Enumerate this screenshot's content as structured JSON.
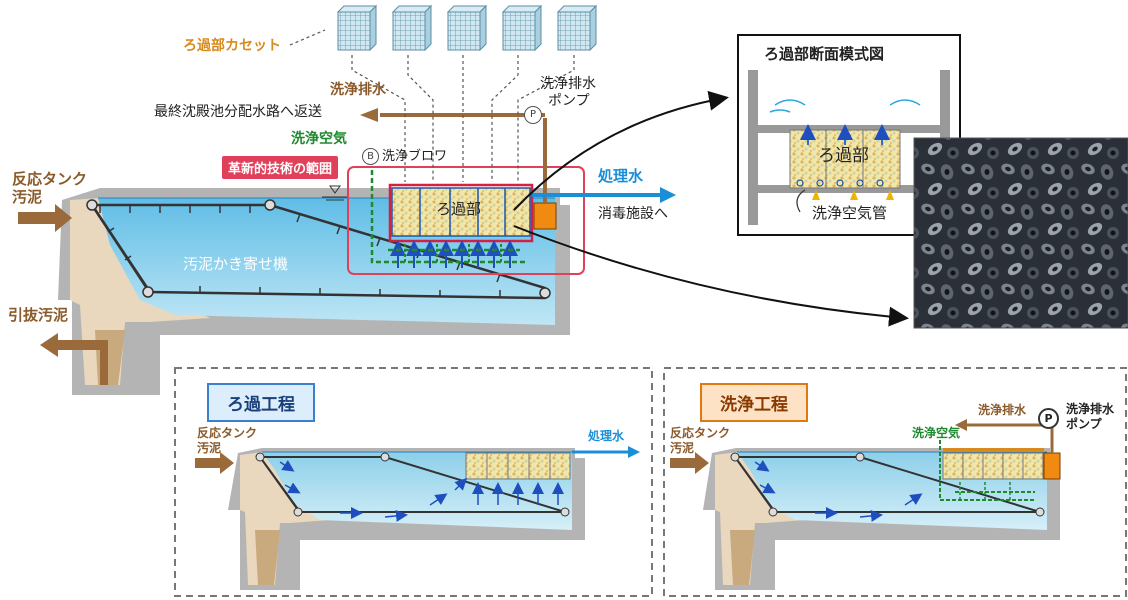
{
  "main": {
    "cassette_label": "ろ過部カセット",
    "wash_drain_label": "洗浄排水",
    "return_label": "最終沈殿池分配水路へ返送",
    "wash_pump_label_line1": "洗浄排水",
    "wash_pump_label_line2": "ポンプ",
    "pump_symbol": "P",
    "blower_symbol": "B",
    "wash_air_label": "洗浄空気",
    "wash_blower_label": "洗浄ブロワ",
    "scope_label": "革新的技術の範囲",
    "inflow_line1": "反応タンク",
    "inflow_line2": "汚泥",
    "treated_water_label": "処理水",
    "disinfection_label": "消毒施設へ",
    "filter_label": "ろ過部",
    "scraper_label": "汚泥かき寄せ機",
    "withdrawn_sludge_label": "引抜汚泥"
  },
  "inset": {
    "title": "ろ過部断面模式図",
    "filter_label": "ろ過部",
    "air_pipe_label": "洗浄空気管"
  },
  "filtration_panel": {
    "title": "ろ過工程",
    "inflow_line1": "反応タンク",
    "inflow_line2": "汚泥",
    "treated_water_label": "処理水"
  },
  "washing_panel": {
    "title": "洗浄工程",
    "inflow_line1": "反応タンク",
    "inflow_line2": "汚泥",
    "wash_air_label": "洗浄空気",
    "wash_drain_label": "洗浄排水",
    "pump_symbol": "P",
    "pump_label_line1": "洗浄排水",
    "pump_label_line2": "ポンプ"
  },
  "colors": {
    "brown": "#8a5a2b",
    "green": "#1e8a2e",
    "blue": "#1a8fd8",
    "orange": "#d98a1c",
    "scope_red": "#e0405a",
    "water": "#8fd0ec",
    "concrete": "#b4b4b4",
    "sand": "#e9d8bd"
  }
}
